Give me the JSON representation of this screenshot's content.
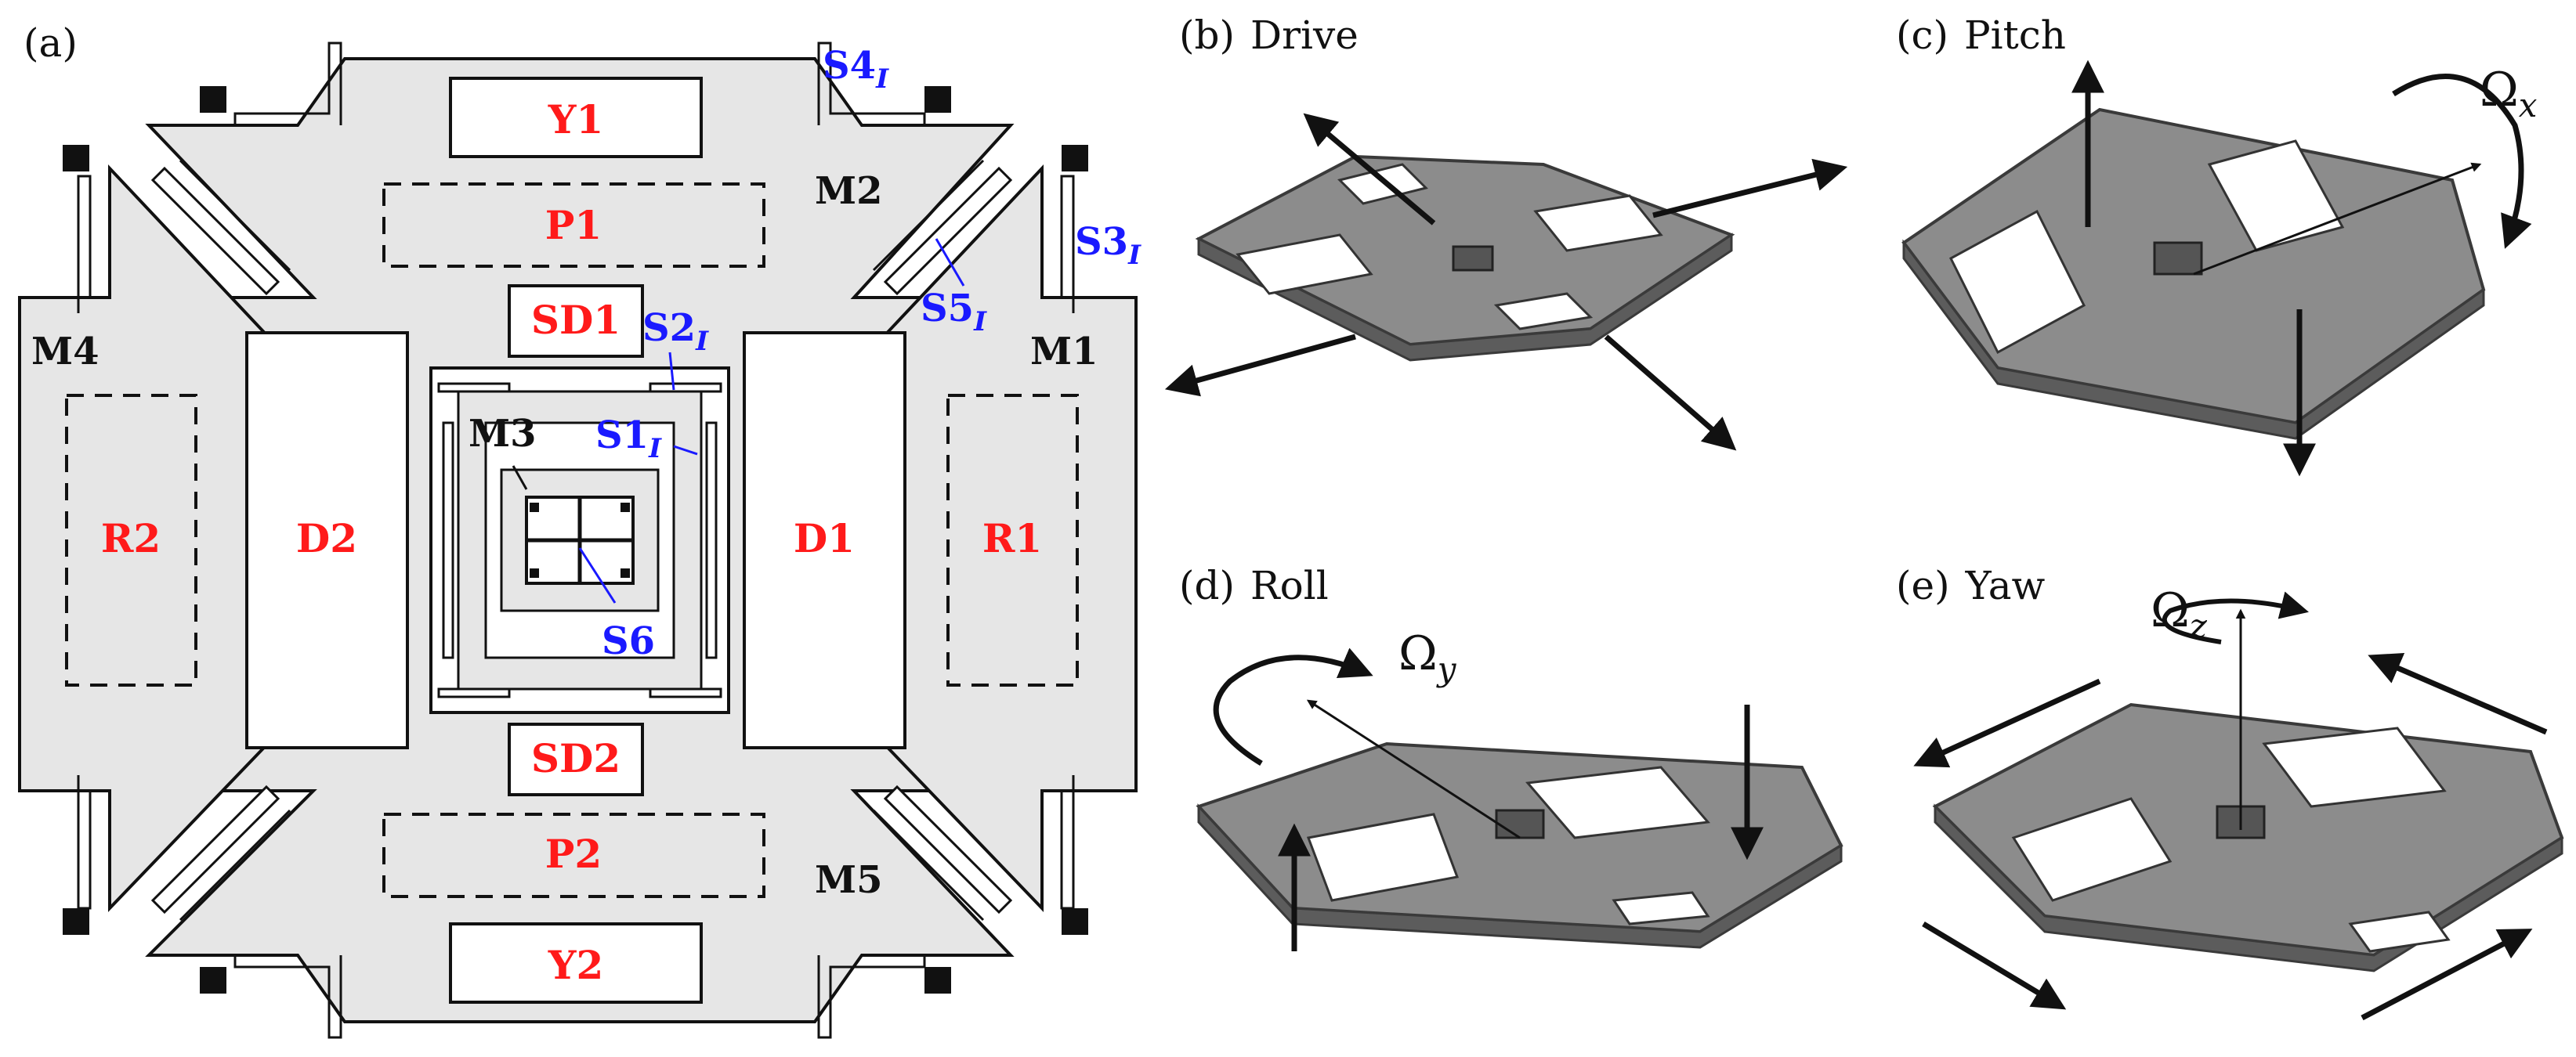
{
  "panels": {
    "a": {
      "label": "(a)"
    },
    "b": {
      "label": "(b)",
      "title": "Drive"
    },
    "c": {
      "label": "(c)",
      "title": "Pitch",
      "omega_base": "Ω",
      "omega_sub": "x"
    },
    "d": {
      "label": "(d)",
      "title": "Roll",
      "omega_base": "Ω",
      "omega_sub": "y"
    },
    "e": {
      "label": "(e)",
      "title": "Yaw",
      "omega_base": "Ω",
      "omega_sub": "z"
    }
  },
  "masses": {
    "m1": "M1",
    "m2": "M2",
    "m3": "M3",
    "m4": "M4",
    "m5": "M5"
  },
  "electrodes": {
    "y1": "Y1",
    "y2": "Y2",
    "p1": "P1",
    "p2": "P2",
    "sd1": "SD1",
    "sd2": "SD2",
    "d1": "D1",
    "d2": "D2",
    "r1": "R1",
    "r2": "R2"
  },
  "springs": {
    "s1": {
      "base": "S1",
      "sub": "I"
    },
    "s2": {
      "base": "S2",
      "sub": "I"
    },
    "s3": {
      "base": "S3",
      "sub": "I"
    },
    "s4": {
      "base": "S4",
      "sub": "I"
    },
    "s5": {
      "base": "S5",
      "sub": "I"
    },
    "s6": {
      "base": "S6"
    }
  },
  "colors": {
    "electrode_label": "#ff1a1a",
    "spring_label": "#1a1aff",
    "mass_fill": "#e6e6e6",
    "plate_fill": "#8c8c8c",
    "plate_edge": "#3a3a3a",
    "outline": "#111111"
  }
}
